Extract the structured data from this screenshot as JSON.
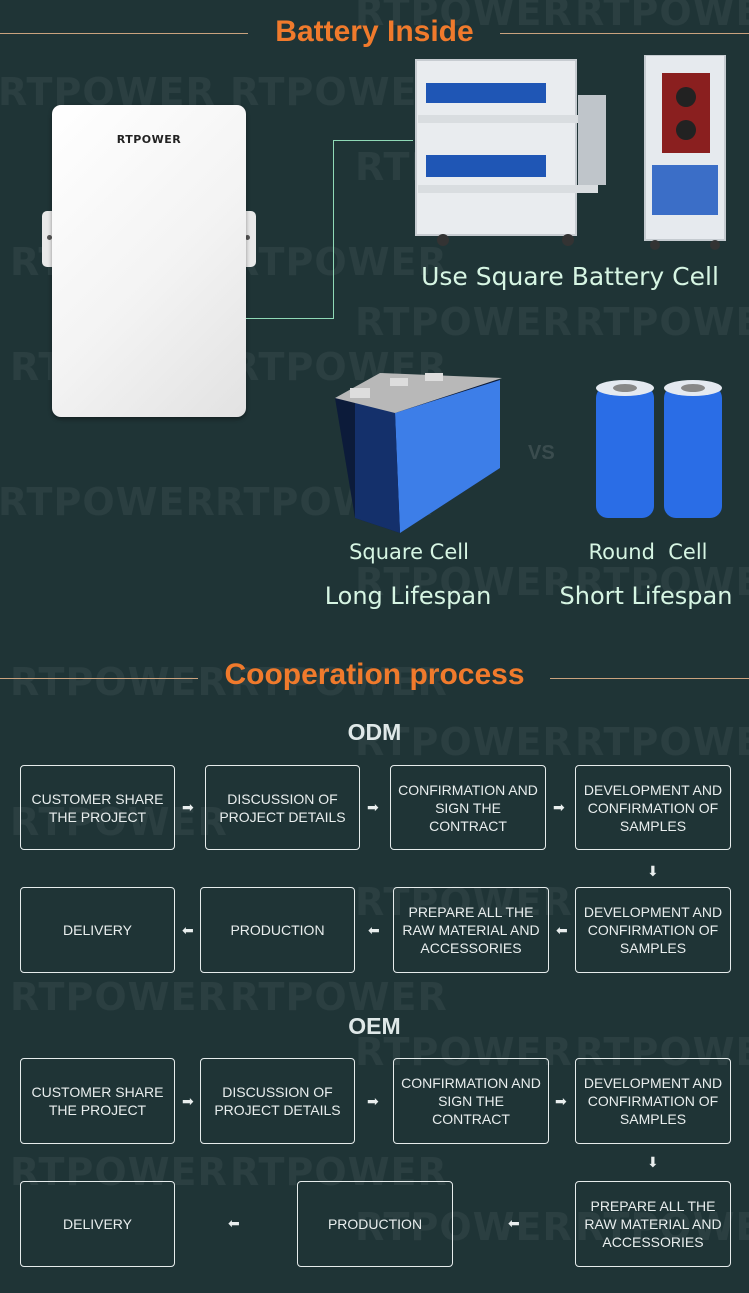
{
  "watermark": "RTPOWER",
  "battery_section": {
    "title": "Battery Inside",
    "brand_logo": "RTPOWER",
    "square_cell_caption": "Use Square Battery Cell",
    "vs_label": "VS",
    "square_cell_label": "Square Cell",
    "square_cell_note": "Long Lifespan",
    "round_cell_label": "Round  Cell",
    "round_cell_note": "Short Lifespan"
  },
  "process_section": {
    "title": "Cooperation process",
    "odm": {
      "label": "ODM",
      "row1": [
        "CUSTOMER SHARE THE PROJECT",
        "DISCUSSION OF PROJECT DETAILS",
        "CONFIRMATION AND SIGN THE CONTRACT",
        "DEVELOPMENT AND CONFIRMATION OF SAMPLES"
      ],
      "row2": [
        "DELIVERY",
        "PRODUCTION",
        "PREPARE ALL THE RAW MATERIAL AND ACCESSORIES",
        "DEVELOPMENT AND CONFIRMATION OF SAMPLES"
      ]
    },
    "oem": {
      "label": "OEM",
      "row1": [
        "CUSTOMER SHARE THE PROJECT",
        "DISCUSSION OF PROJECT DETAILS",
        "CONFIRMATION AND SIGN THE CONTRACT",
        "DEVELOPMENT AND CONFIRMATION OF SAMPLES"
      ],
      "row2": [
        "DELIVERY",
        "PRODUCTION",
        "PREPARE ALL THE RAW MATERIAL AND ACCESSORIES"
      ]
    }
  },
  "colors": {
    "background": "#1f3436",
    "accent": "#f07a2c",
    "caption": "#d6f5e3",
    "cell_blue": "#2f6fd6"
  }
}
